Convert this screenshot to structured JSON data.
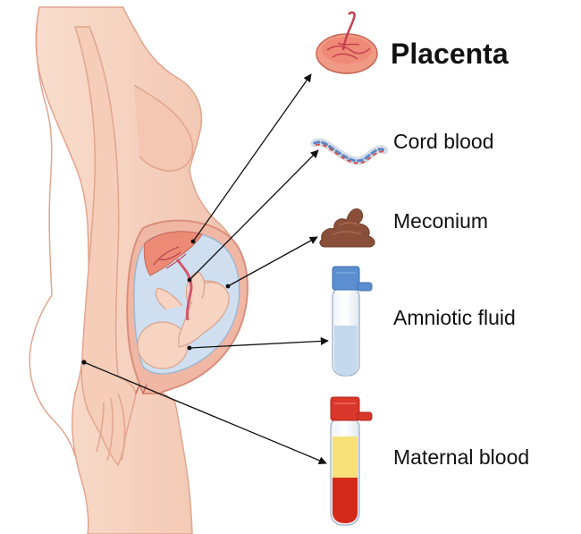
{
  "labels": {
    "placenta": "Placenta",
    "cord_blood": "Cord blood",
    "meconium": "Meconium",
    "amniotic_fluid": "Amniotic fluid",
    "maternal_blood": "Maternal blood"
  },
  "icons": {
    "placenta": "placenta-icon",
    "cord_blood": "umbilical-cord-icon",
    "meconium": "meconium-icon",
    "amniotic_fluid": "amniotic-fluid-tube-icon",
    "maternal_blood": "blood-tube-icon",
    "figure": "pregnant-woman-fetus-icon"
  },
  "colors": {
    "skin": "#f6d2c0",
    "skin_outline": "#e4a892",
    "placenta": "#ec8a76",
    "amniotic_fluid": "#c7dcef",
    "tube_cap_blue": "#5b8fd1",
    "tube_cap_red": "#d9372b",
    "blood_red": "#d32a1c",
    "plasma_yellow": "#f7e07a",
    "meconium": "#8a4f39",
    "arrow": "#111111"
  }
}
